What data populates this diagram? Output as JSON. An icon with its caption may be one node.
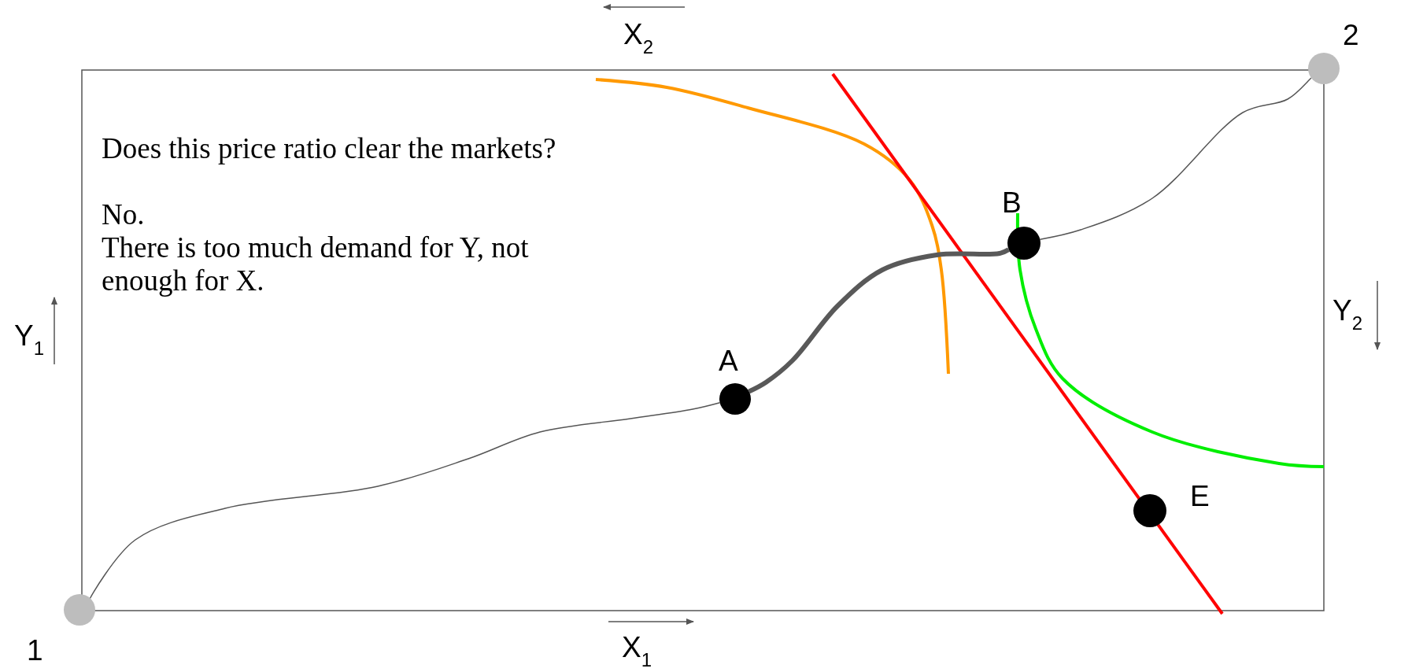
{
  "diagram": {
    "nodes": [
      {
        "text": [],
        "shape": "circle",
        "beside": [
          "1"
        ]
      },
      {
        "text": [],
        "shape": "circle",
        "beside": [
          "2"
        ]
      },
      {
        "text": [],
        "shape": "circle",
        "beside": [
          "A"
        ]
      },
      {
        "text": [],
        "shape": "circle",
        "beside": [
          "B"
        ]
      },
      {
        "text": [],
        "shape": "circle",
        "beside": [
          "E"
        ]
      }
    ],
    "edges": [
      {
        "from": 0,
        "to": 2,
        "arrow": "none"
      },
      {
        "from": 2,
        "to": 3,
        "arrow": "none",
        "style": "thick",
        "color": "#595959"
      },
      {
        "from": 3,
        "to": 1,
        "arrow": "none"
      }
    ],
    "labels": [
      "X$_{2}$",
      "Does this price ratio clear the markets?",
      "No.",
      "There is too much demand for Y, not enough for X.",
      "Y$_{1}$",
      "Y$_{2}$",
      "X$_{1}$"
    ]
  }
}
